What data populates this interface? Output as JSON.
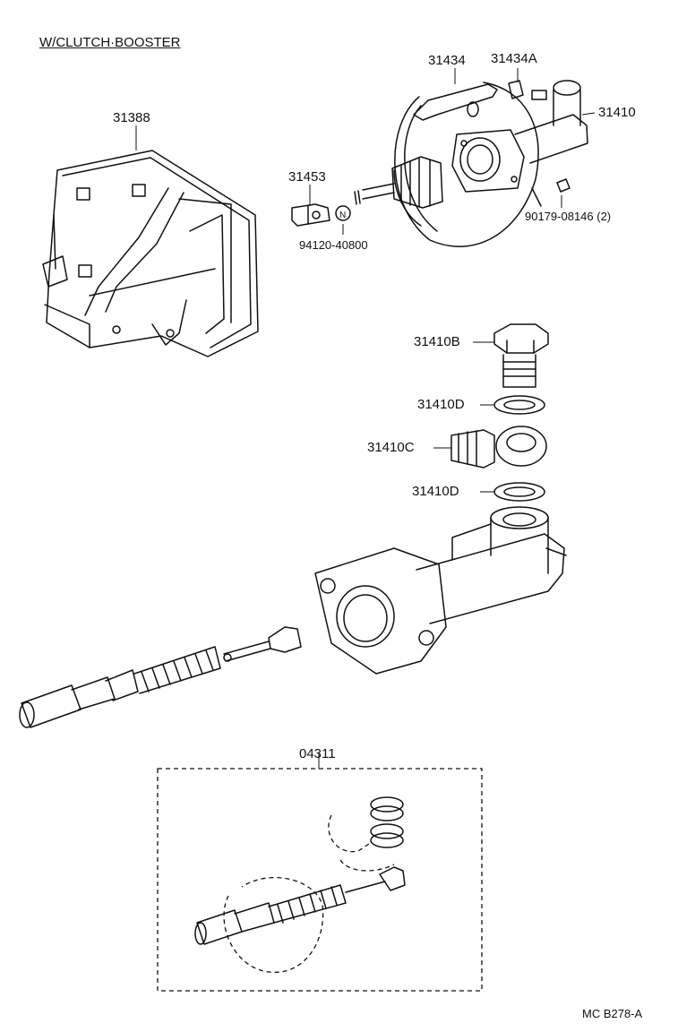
{
  "diagram": {
    "title": "W/CLUTCH·BOOSTER",
    "ref_code": "MC B278-A",
    "parts": {
      "bracket": "31388",
      "booster_hose": "31434",
      "hose_clip": "31434A",
      "master_cylinder": "31410",
      "clevis": "31453",
      "clevis_nut": "94120-40800",
      "mount_nut": "90179-08146 (2)",
      "union_bolt": "31410B",
      "gasket_upper": "31410D",
      "union": "31410C",
      "gasket_lower": "31410D",
      "repair_kit": "04311"
    }
  }
}
